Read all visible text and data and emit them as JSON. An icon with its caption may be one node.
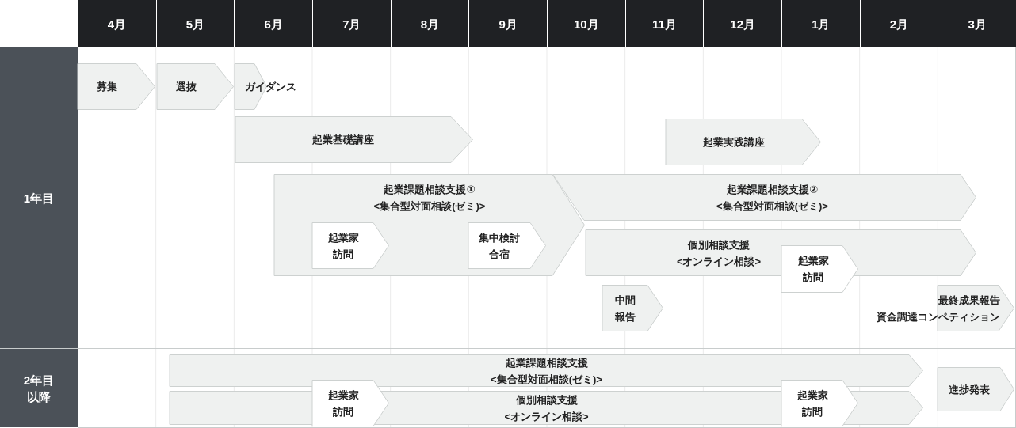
{
  "diagram": {
    "nodes": [
      {
        "text": [
          "4月"
        ]
      },
      {
        "text": [
          "5月"
        ]
      },
      {
        "text": [
          "6月"
        ]
      },
      {
        "text": [
          "7月"
        ]
      },
      {
        "text": [
          "8月"
        ]
      },
      {
        "text": [
          "9月"
        ]
      },
      {
        "text": [
          "10月"
        ]
      },
      {
        "text": [
          "11月"
        ]
      },
      {
        "text": [
          "12月"
        ]
      },
      {
        "text": [
          "1月"
        ]
      },
      {
        "text": [
          "2月"
        ]
      },
      {
        "text": [
          "3月"
        ]
      },
      {
        "text": [
          "1年目"
        ]
      },
      {
        "text": [
          "募集"
        ]
      },
      {
        "text": [
          "選抜"
        ]
      },
      {
        "text": [
          "ガイダンス"
        ]
      },
      {
        "text": [
          "起業基礎講座"
        ]
      },
      {
        "text": [
          "起業実践講座"
        ]
      },
      {
        "text": [
          "起業課題相談支援①",
          "<集合型対面相談(ゼミ)>"
        ]
      },
      {
        "text": [
          "起業家訪問"
        ],
        "in": 18
      },
      {
        "text": [
          "集中検討合宿"
        ],
        "in": 18
      },
      {
        "text": [
          "起業課題相談支援②",
          "<集合型対面相談(ゼミ)>"
        ]
      },
      {
        "text": [
          "個別相談支援",
          "<オンライン相談>"
        ]
      },
      {
        "text": [
          "起業家訪問"
        ]
      },
      {
        "text": [
          "中間報告"
        ]
      },
      {
        "text": [
          "最終成果報告",
          "資金調達コンペティション"
        ]
      },
      {
        "text": [
          "2年目以降"
        ]
      },
      {
        "text": [
          "起業課題相談支援",
          "<集合型対面相談(ゼミ)>"
        ]
      },
      {
        "text": [
          "起業家訪問"
        ]
      },
      {
        "text": [
          "個別相談支援",
          "<オンライン相談>"
        ]
      },
      {
        "text": [
          "起業家訪問"
        ]
      },
      {
        "text": [
          "進捗発表"
        ]
      }
    ]
  }
}
